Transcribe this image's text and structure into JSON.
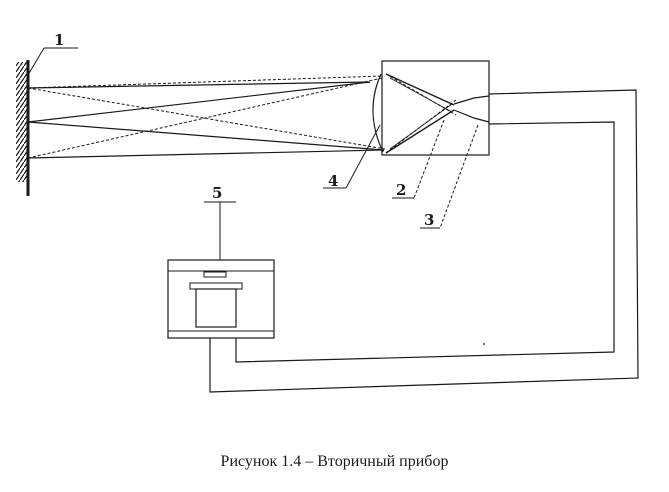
{
  "labels": {
    "l1": "1",
    "l2": "2",
    "l3": "3",
    "l4": "4",
    "l5": "5"
  },
  "caption": "Рисунок 1.4 – Вторичный прибор"
}
